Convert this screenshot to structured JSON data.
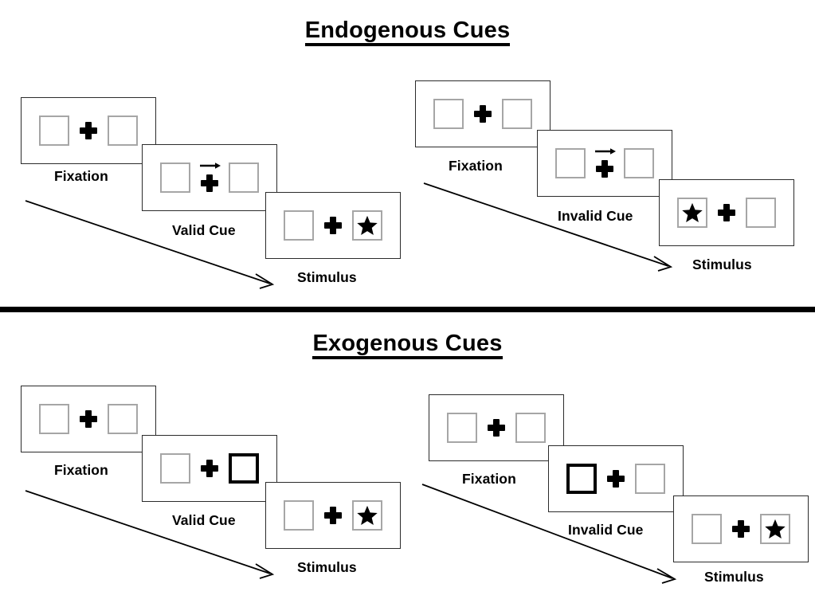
{
  "figure": {
    "sections": [
      {
        "id": "endogenous",
        "title": "Endogenous Cues",
        "sequences": [
          {
            "id": "endogenous-valid",
            "panels": [
              {
                "id": "endogenous-valid-fixation",
                "caption": "Fixation",
                "left_box": "empty",
                "right_box": "empty",
                "center": "fixation-cross"
              },
              {
                "id": "endogenous-valid-cue",
                "caption": "Valid Cue",
                "left_box": "empty",
                "right_box": "empty",
                "center": "fixation-cross-with-right-arrow"
              },
              {
                "id": "endogenous-valid-stimulus",
                "caption": "Stimulus",
                "left_box": "empty",
                "right_box": "star",
                "center": "fixation-cross"
              }
            ]
          },
          {
            "id": "endogenous-invalid",
            "panels": [
              {
                "id": "endogenous-invalid-fixation",
                "caption": "Fixation",
                "left_box": "empty",
                "right_box": "empty",
                "center": "fixation-cross"
              },
              {
                "id": "endogenous-invalid-cue",
                "caption": "Invalid Cue",
                "left_box": "empty",
                "right_box": "empty",
                "center": "fixation-cross-with-right-arrow"
              },
              {
                "id": "endogenous-invalid-stimulus",
                "caption": "Stimulus",
                "left_box": "star",
                "right_box": "empty",
                "center": "fixation-cross"
              }
            ]
          }
        ]
      },
      {
        "id": "exogenous",
        "title": "Exogenous Cues",
        "sequences": [
          {
            "id": "exogenous-valid",
            "panels": [
              {
                "id": "exogenous-valid-fixation",
                "caption": "Fixation",
                "left_box": "empty",
                "right_box": "empty",
                "center": "fixation-cross"
              },
              {
                "id": "exogenous-valid-cue",
                "caption": "Valid Cue",
                "left_box": "empty",
                "right_box": "cued",
                "center": "fixation-cross"
              },
              {
                "id": "exogenous-valid-stimulus",
                "caption": "Stimulus",
                "left_box": "empty",
                "right_box": "star",
                "center": "fixation-cross"
              }
            ]
          },
          {
            "id": "exogenous-invalid",
            "panels": [
              {
                "id": "exogenous-invalid-fixation",
                "caption": "Fixation",
                "left_box": "empty",
                "right_box": "empty",
                "center": "fixation-cross"
              },
              {
                "id": "exogenous-invalid-cue",
                "caption": "Invalid Cue",
                "left_box": "cued",
                "right_box": "empty",
                "center": "fixation-cross"
              },
              {
                "id": "exogenous-invalid-stimulus",
                "caption": "Stimulus",
                "left_box": "empty",
                "right_box": "star",
                "center": "fixation-cross"
              }
            ]
          }
        ]
      }
    ],
    "captions": {
      "fixation": "Fixation",
      "valid_cue": "Valid Cue",
      "invalid_cue": "Invalid Cue",
      "stimulus": "Stimulus"
    },
    "icons": {
      "fixation_cross": "plus-cross-icon",
      "arrow_cue": "right-arrow-cue-icon",
      "target": "star-icon",
      "time_flow": "diagonal-time-arrow-icon"
    },
    "colors": {
      "frame_border": "#2b2b2b",
      "box_border": "#a6a6a6",
      "cued_box_border": "#000000",
      "glyph": "#000000",
      "background": "#ffffff",
      "divider": "#000000"
    }
  }
}
